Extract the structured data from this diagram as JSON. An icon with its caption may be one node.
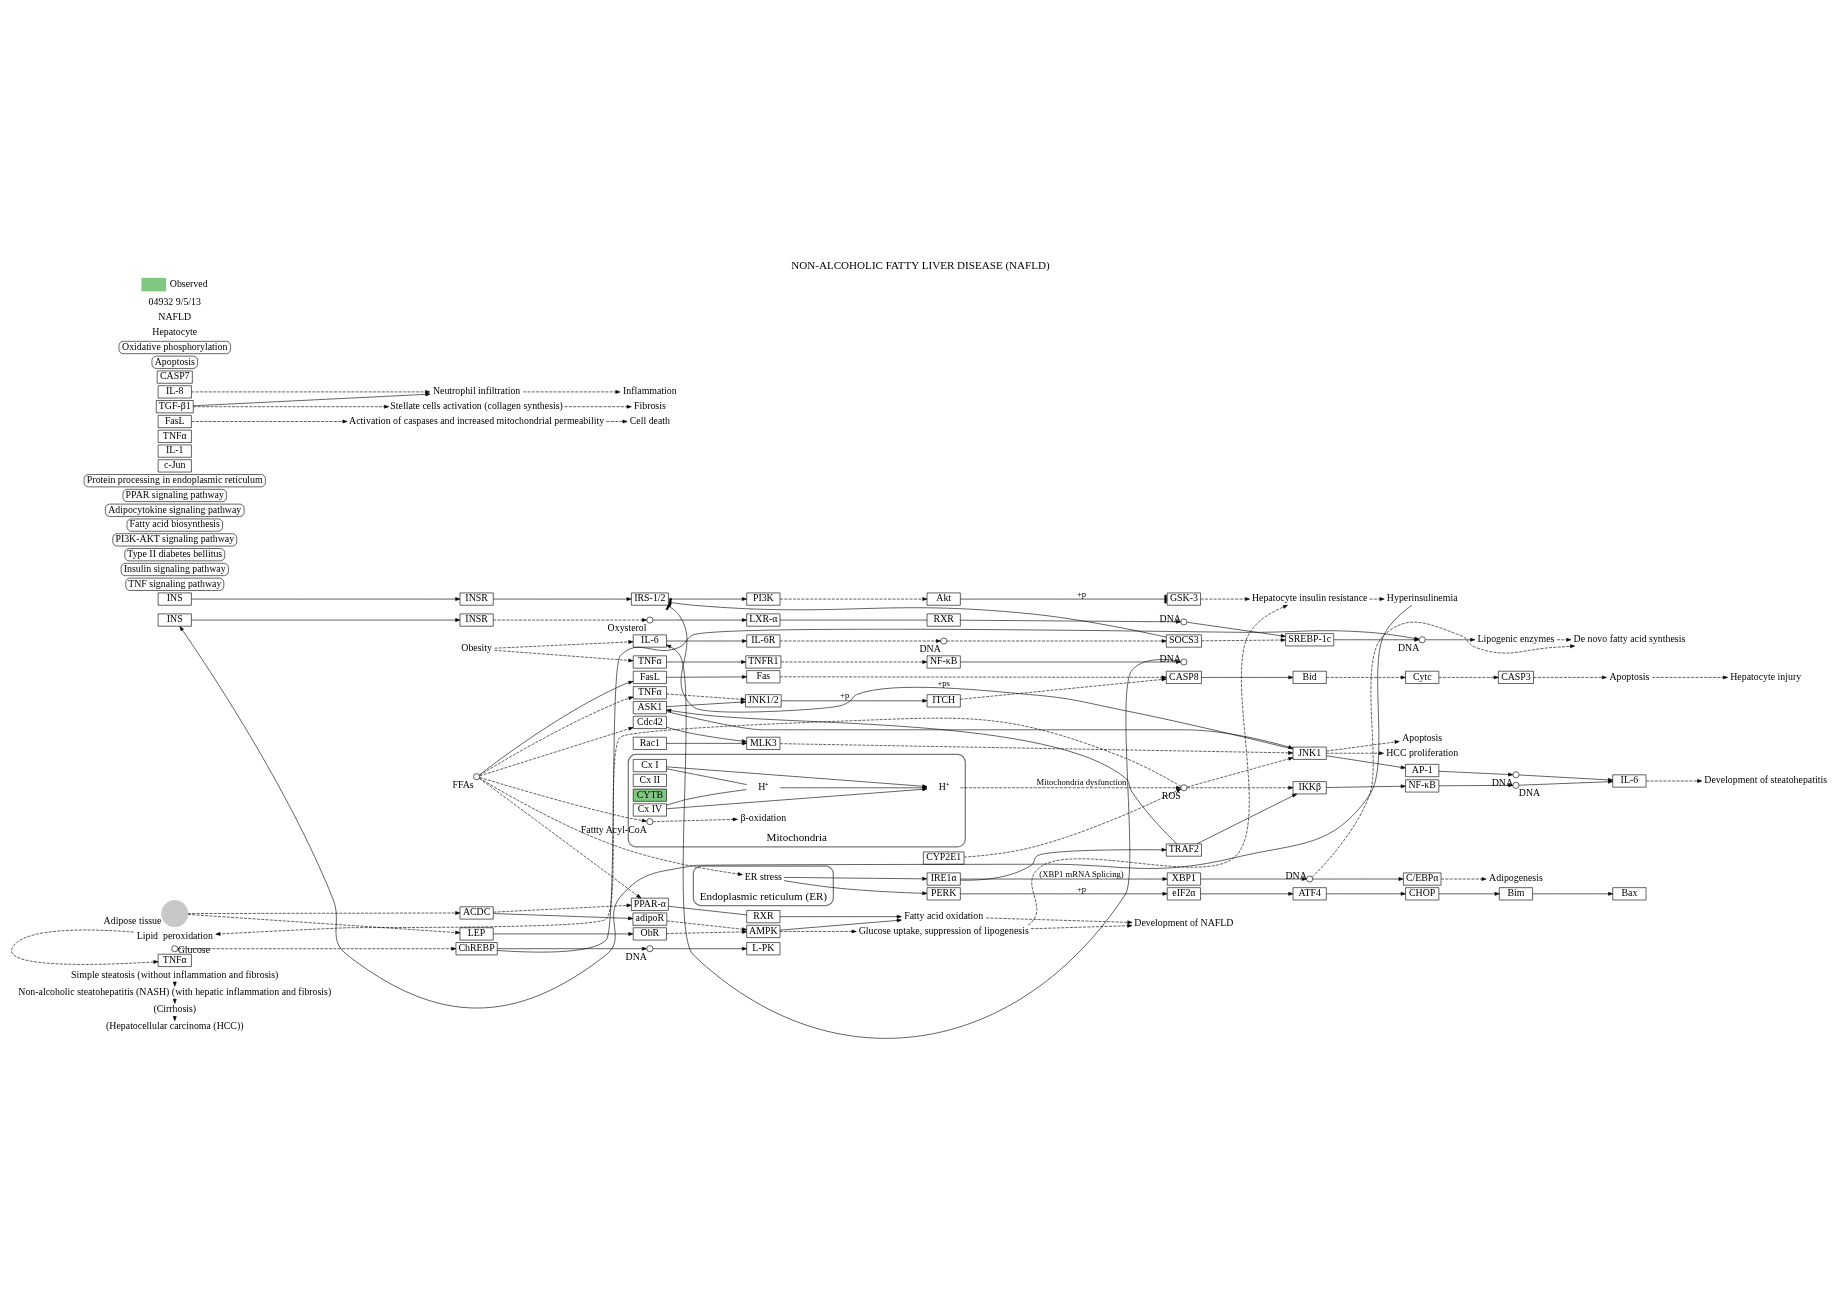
{
  "diagram": {
    "title": "NON-ALCOHOLIC FATTY LIVER DISEASE (NAFLD)",
    "nodes": [
      {
        "text": [
          "Simple steatosis (without inflammation and fibrosis)"
        ]
      },
      {
        "text": [
          "Non-alcoholic steatohepatitis (NASH) (with hepatic inflammation and fibrosis)"
        ]
      },
      {
        "text": [
          "(Cirrhosis)"
        ]
      },
      {
        "text": [
          "(Hepatocellular carcinoma (HCC))"
        ]
      },
      {
        "text": [
          "Obesity"
        ]
      },
      {
        "text": [
          "IL-6"
        ]
      },
      {
        "text": [
          "IL-6R"
        ]
      },
      {
        "text": [],
        "shape": "circle",
        "beside": [
          "DNA"
        ]
      },
      {
        "text": [
          "SOCS3"
        ]
      },
      {
        "text": [
          "TNF signaling pathway"
        ]
      },
      {
        "text": [
          "TNFα"
        ]
      },
      {
        "text": [
          "TNFR1"
        ]
      },
      {
        "text": [
          "NF-κB"
        ]
      },
      {
        "text": [],
        "shape": "circle",
        "beside": [
          "DNA"
        ]
      },
      {
        "text": [
          "INS"
        ]
      },
      {
        "text": [
          "INSR"
        ]
      },
      {
        "text": [
          "Insulin signaling pathway"
        ]
      },
      {
        "text": [
          "IRS-1/2"
        ]
      },
      {
        "text": [
          "PI3K"
        ]
      },
      {
        "text": [
          "Akt"
        ]
      },
      {
        "text": [
          "GSK-3"
        ]
      },
      {
        "text": [
          "Hepatocyte insulin resistance"
        ]
      },
      {
        "text": [
          "Hyperinsulinemia"
        ]
      },
      {
        "text": [
          "Type II diabetes bellitus"
        ]
      },
      {
        "text": [
          "PI3K-AKT signaling pathway"
        ]
      },
      {
        "text": [
          "INS"
        ]
      },
      {
        "text": [
          "INSR"
        ]
      },
      {
        "text": [],
        "shape": "circle",
        "beside": [
          "Oxysterol"
        ]
      },
      {
        "text": [
          "LXR-α"
        ]
      },
      {
        "text": [
          "RXR"
        ]
      },
      {
        "text": [],
        "shape": "circle",
        "beside": [
          "DNA"
        ]
      },
      {
        "text": [
          "SREBP-1c"
        ]
      },
      {
        "text": [],
        "shape": "circle",
        "beside": [
          "DNA"
        ]
      },
      {
        "text": [
          "Lipogenic enzymes"
        ]
      },
      {
        "text": [
          "De novo fatty acid synthesis"
        ]
      },
      {
        "text": [
          "Fatty acid biosynthesis"
        ]
      },
      {
        "text": [],
        "shape": "circle",
        "beside": [
          "Glucose"
        ]
      },
      {
        "text": [
          "ChREBP"
        ]
      },
      {
        "text": [],
        "shape": "circle",
        "beside": [
          "DNA"
        ]
      },
      {
        "text": [
          "L-PK"
        ]
      },
      {
        "text": [],
        "shape": "circle",
        "beside": [
          "Adipose tissue"
        ]
      },
      {
        "text": [
          "LEP"
        ]
      },
      {
        "text": [
          "ObR"
        ]
      },
      {
        "text": [
          "Adipocytokine signaling pathway"
        ]
      },
      {
        "text": [
          "ACDC"
        ]
      },
      {
        "text": [
          "adipoR"
        ]
      },
      {
        "text": [
          "AMPK"
        ]
      },
      {
        "text": [
          "Glucose uptake, suppression of lipogenesis"
        ]
      },
      {
        "text": [
          "Fatty acid oxidation"
        ]
      },
      {
        "text": [
          "Development of NAFLD"
        ]
      },
      {
        "text": [
          "PPAR-α"
        ]
      },
      {
        "text": [
          "RXR"
        ]
      },
      {
        "text": [
          "PPAR signaling pathway"
        ]
      },
      {
        "text": [
          "XBP1"
        ]
      },
      {
        "text": [],
        "shape": "circle",
        "beside": [
          "DNA"
        ]
      },
      {
        "text": [
          "C/EBPα"
        ]
      },
      {
        "text": [
          "Adipogenesis"
        ]
      },
      {
        "text": [
          "Cdc42"
        ]
      },
      {
        "text": [
          "Rac1"
        ]
      },
      {
        "text": [
          "MLK3"
        ]
      },
      {
        "text": [
          "HCC proliferation"
        ]
      },
      {
        "text": [
          "Apoptosis"
        ]
      },
      {
        "text": [
          "TNFα"
        ]
      },
      {
        "text": [
          "JNK1/2"
        ]
      },
      {
        "text": [
          "ASK1"
        ]
      },
      {
        "text": [
          "JNK1"
        ]
      },
      {
        "text": [
          "ITCH"
        ]
      },
      {
        "text": [],
        "shape": "circle",
        "beside": [
          "FFAs"
        ]
      },
      {
        "text": [
          "Endoplasmic reticulum (ER)"
        ]
      },
      {
        "text": [
          "ER stress"
        ],
        "in": 68
      },
      {
        "text": [
          "IRE1α"
        ]
      },
      {
        "text": [
          "TRAF2"
        ]
      },
      {
        "text": [
          "IKKβ"
        ]
      },
      {
        "text": [
          "Protein processing in endoplasmic reticulum"
        ]
      },
      {
        "text": [
          "CYP2E1"
        ]
      },
      {
        "text": [
          "PERK"
        ]
      },
      {
        "text": [
          "eIF2α"
        ]
      },
      {
        "text": [
          "ATF4"
        ]
      },
      {
        "text": [
          "CHOP"
        ]
      },
      {
        "text": [
          "Bim"
        ]
      },
      {
        "text": [
          "Bax"
        ]
      },
      {
        "text": [],
        "shape": "circle",
        "beside": [
          "ROS"
        ]
      },
      {
        "text": [
          "Lipid  peroxidation"
        ]
      },
      {
        "text": [
          "AP-1"
        ]
      },
      {
        "text": [
          "c-Jun"
        ]
      },
      {
        "text": [],
        "shape": "circle",
        "beside": [
          "DNA"
        ]
      },
      {
        "text": [
          "NF-κB"
        ]
      },
      {
        "text": [],
        "shape": "circle",
        "beside": [
          "DNA"
        ]
      },
      {
        "text": [
          "IL-1"
        ]
      },
      {
        "text": [
          "IL-6"
        ]
      },
      {
        "text": [
          "TNFα"
        ]
      },
      {
        "text": [
          "Development of steatohepatitis"
        ]
      },
      {
        "text": [
          "FasL"
        ]
      },
      {
        "text": [
          "TNFα"
        ]
      },
      {
        "text": [
          "IL-8"
        ]
      },
      {
        "text": [
          "TGF-β1"
        ]
      },
      {
        "text": [
          "Activation of caspases and increased mitochondrial permeability"
        ]
      },
      {
        "text": [
          "Neutrophil infiltration"
        ]
      },
      {
        "text": [
          "Stellate cells activation (collagen synthesis)"
        ]
      },
      {
        "text": [
          "Cell death"
        ]
      },
      {
        "text": [
          "Inflammation"
        ]
      },
      {
        "text": [
          "Fibrosis"
        ]
      },
      {
        "text": [
          "FasL"
        ]
      },
      {
        "text": [
          "Fas"
        ]
      },
      {
        "text": [
          "CASP8"
        ]
      },
      {
        "text": [
          "Bid"
        ]
      },
      {
        "text": [
          "Mitochondria"
        ]
      },
      {
        "text": [
          "Cx I"
        ],
        "in": 106
      },
      {
        "text": [
          "Cx II"
        ],
        "in": 106
      },
      {
        "text": [
          "CYTB"
        ],
        "in": 106
      },
      {
        "text": [
          "Cx IV"
        ],
        "in": 106
      },
      {
        "text": [
          "H⁺"
        ],
        "in": 106
      },
      {
        "text": [
          "H⁺"
        ],
        "in": 106
      },
      {
        "text": [],
        "shape": "circle",
        "beside": [
          "Fattty Acyl-CoA"
        ],
        "in": 106
      },
      {
        "text": [
          "β-oxidation"
        ],
        "in": 106
      },
      {
        "text": [
          "Cytc"
        ]
      },
      {
        "text": [
          "CASP3"
        ]
      },
      {
        "text": [
          "CASP7"
        ]
      },
      {
        "text": [
          "Apoptosis"
        ]
      },
      {
        "text": [
          "Apoptosis"
        ]
      },
      {
        "text": [
          "Hepatocyte injury"
        ]
      },
      {
        "text": [
          "Oxidative phosphorylation"
        ]
      }
    ],
    "edges": [
      {
        "from": 0,
        "to": 1,
        "arrow": "to"
      },
      {
        "from": 1,
        "to": 2,
        "arrow": "to"
      },
      {
        "from": 2,
        "to": 3,
        "arrow": "to"
      },
      {
        "from": 4,
        "to": 5,
        "arrow": "to",
        "style": "dashed"
      },
      {
        "from": 4,
        "to": 10,
        "arrow": "to",
        "style": "dashed"
      },
      {
        "from": 5,
        "to": 6,
        "arrow": "to"
      },
      {
        "from": 6,
        "to": 7,
        "arrow": "to",
        "style": "dashed"
      },
      {
        "from": 7,
        "to": 8,
        "arrow": "to",
        "style": "dashed"
      },
      {
        "from": 8,
        "to": 17,
        "arrow": "other"
      },
      {
        "from": 8,
        "to": 31,
        "arrow": "to",
        "style": "dashed"
      },
      {
        "from": 10,
        "to": 11,
        "arrow": "to"
      },
      {
        "from": 11,
        "to": 12,
        "arrow": "to",
        "style": "dashed"
      },
      {
        "from": 12,
        "to": 13,
        "arrow": "to"
      },
      {
        "from": 13,
        "to": 5,
        "arrow": "to"
      },
      {
        "from": 14,
        "to": 15,
        "arrow": "to"
      },
      {
        "from": 15,
        "to": 17,
        "arrow": "to"
      },
      {
        "from": 17,
        "to": 18,
        "arrow": "to"
      },
      {
        "from": 18,
        "to": 19,
        "arrow": "to",
        "style": "dashed"
      },
      {
        "from": 19,
        "to": 20,
        "arrow": "other",
        "label": "+p"
      },
      {
        "from": 20,
        "to": 21,
        "arrow": "to",
        "style": "dashed"
      },
      {
        "from": 21,
        "to": 22,
        "arrow": "to",
        "style": "dashed"
      },
      {
        "from": 22,
        "to": 25,
        "arrow": "to"
      },
      {
        "from": 25,
        "to": 26,
        "arrow": "to"
      },
      {
        "from": 26,
        "to": 27,
        "arrow": "to",
        "style": "dashed"
      },
      {
        "from": 27,
        "to": 28,
        "arrow": "to"
      },
      {
        "from": 28,
        "to": 29,
        "arrow": "none"
      },
      {
        "from": 29,
        "to": 30,
        "arrow": "to"
      },
      {
        "from": 30,
        "to": 31,
        "arrow": "to"
      },
      {
        "from": 31,
        "to": 32,
        "arrow": "to"
      },
      {
        "from": 32,
        "to": 33,
        "arrow": "to"
      },
      {
        "from": 33,
        "to": 34,
        "arrow": "to",
        "style": "dashed"
      },
      {
        "from": 36,
        "to": 37,
        "arrow": "to",
        "style": "dashed"
      },
      {
        "from": 37,
        "to": 32,
        "arrow": "to"
      },
      {
        "from": 37,
        "to": 38,
        "arrow": "to"
      },
      {
        "from": 38,
        "to": 39,
        "arrow": "to"
      },
      {
        "from": 40,
        "to": 41,
        "arrow": "to",
        "style": "dashed"
      },
      {
        "from": 40,
        "to": 44,
        "arrow": "to",
        "style": "dashed"
      },
      {
        "from": 41,
        "to": 42,
        "arrow": "to"
      },
      {
        "from": 42,
        "to": 46,
        "arrow": "to",
        "style": "dashed"
      },
      {
        "from": 44,
        "to": 45,
        "arrow": "to"
      },
      {
        "from": 45,
        "to": 46,
        "arrow": "to",
        "style": "dashed"
      },
      {
        "from": 44,
        "to": 50,
        "arrow": "to",
        "style": "dashed"
      },
      {
        "from": 67,
        "to": 50,
        "arrow": "to",
        "style": "dashed"
      },
      {
        "from": 46,
        "to": 47,
        "arrow": "to",
        "style": "dashed"
      },
      {
        "from": 46,
        "to": 48,
        "arrow": "to"
      },
      {
        "from": 50,
        "to": 51,
        "arrow": "none"
      },
      {
        "from": 51,
        "to": 48,
        "arrow": "to"
      },
      {
        "from": 47,
        "to": 49,
        "arrow": "to",
        "style": "dashed"
      },
      {
        "from": 48,
        "to": 49,
        "arrow": "to",
        "style": "dashed"
      },
      {
        "from": 47,
        "to": 21,
        "arrow": "to",
        "style": "dashed"
      },
      {
        "from": 70,
        "to": 53,
        "arrow": "to",
        "label": "(XBP1 mRNA Splicing)"
      },
      {
        "from": 53,
        "to": 54,
        "arrow": "to"
      },
      {
        "from": 54,
        "to": 55,
        "arrow": "to"
      },
      {
        "from": 54,
        "to": 34,
        "arrow": "to",
        "style": "dashed"
      },
      {
        "from": 55,
        "to": 56,
        "arrow": "to",
        "style": "dashed"
      },
      {
        "from": 67,
        "to": 57,
        "arrow": "to",
        "style": "dashed"
      },
      {
        "from": 57,
        "to": 59,
        "arrow": "to"
      },
      {
        "from": 58,
        "to": 59,
        "arrow": "to"
      },
      {
        "from": 59,
        "to": 65,
        "arrow": "to",
        "style": "dashed"
      },
      {
        "from": 67,
        "to": 62,
        "arrow": "to",
        "style": "dashed"
      },
      {
        "from": 62,
        "to": 63,
        "arrow": "to",
        "style": "dashed"
      },
      {
        "from": 64,
        "to": 63,
        "arrow": "to"
      },
      {
        "from": 64,
        "to": 65,
        "arrow": "to"
      },
      {
        "from": 63,
        "to": 66,
        "arrow": "to",
        "label": "+p"
      },
      {
        "from": 67,
        "to": 69,
        "arrow": "to",
        "style": "dashed"
      },
      {
        "from": 69,
        "to": 70,
        "arrow": "to"
      },
      {
        "from": 69,
        "to": 75,
        "arrow": "to"
      },
      {
        "from": 70,
        "to": 71,
        "arrow": "to"
      },
      {
        "from": 71,
        "to": 64,
        "arrow": "to"
      },
      {
        "from": 71,
        "to": 72,
        "arrow": "to"
      },
      {
        "from": 65,
        "to": 17,
        "arrow": "other",
        "label": "+ps"
      },
      {
        "from": 65,
        "to": 60,
        "arrow": "to",
        "style": "dashed"
      },
      {
        "from": 65,
        "to": 61,
        "arrow": "to",
        "style": "dashed"
      },
      {
        "from": 65,
        "to": 83,
        "arrow": "to"
      },
      {
        "from": 83,
        "to": 85,
        "arrow": "to"
      },
      {
        "from": 85,
        "to": 89,
        "arrow": "to"
      },
      {
        "from": 72,
        "to": 86,
        "arrow": "to"
      },
      {
        "from": 86,
        "to": 87,
        "arrow": "to"
      },
      {
        "from": 87,
        "to": 89,
        "arrow": "to"
      },
      {
        "from": 89,
        "to": 91,
        "arrow": "to",
        "style": "dashed"
      },
      {
        "from": 74,
        "to": 81,
        "arrow": "to",
        "style": "dashed"
      },
      {
        "from": 81,
        "to": 65,
        "arrow": "to",
        "style": "dashed"
      },
      {
        "from": 81,
        "to": 72,
        "arrow": "to",
        "style": "dashed"
      },
      {
        "from": 81,
        "to": 82,
        "arrow": "to",
        "style": "dashed"
      },
      {
        "from": 82,
        "to": 93,
        "arrow": "to",
        "style": "dashed"
      },
      {
        "from": 92,
        "to": 96,
        "arrow": "to",
        "style": "dashed"
      },
      {
        "from": 94,
        "to": 97,
        "arrow": "to",
        "style": "dashed"
      },
      {
        "from": 95,
        "to": 97,
        "arrow": "to"
      },
      {
        "from": 95,
        "to": 98,
        "arrow": "to",
        "style": "dashed"
      },
      {
        "from": 96,
        "to": 99,
        "arrow": "to",
        "style": "dashed"
      },
      {
        "from": 97,
        "to": 100,
        "arrow": "to",
        "style": "dashed"
      },
      {
        "from": 98,
        "to": 101,
        "arrow": "to",
        "style": "dashed"
      },
      {
        "from": 75,
        "to": 76,
        "arrow": "to",
        "label": "+p"
      },
      {
        "from": 76,
        "to": 77,
        "arrow": "to"
      },
      {
        "from": 77,
        "to": 78,
        "arrow": "to"
      },
      {
        "from": 78,
        "to": 79,
        "arrow": "to"
      },
      {
        "from": 79,
        "to": 80,
        "arrow": "to"
      },
      {
        "from": 66,
        "to": 104,
        "arrow": "to",
        "style": "dashed"
      },
      {
        "from": 67,
        "to": 102,
        "arrow": "to"
      },
      {
        "from": 67,
        "to": 113,
        "arrow": "to",
        "style": "dashed"
      },
      {
        "from": 102,
        "to": 103,
        "arrow": "to"
      },
      {
        "from": 103,
        "to": 104,
        "arrow": "to",
        "style": "dashed"
      },
      {
        "from": 104,
        "to": 105,
        "arrow": "to"
      },
      {
        "from": 105,
        "to": 115,
        "arrow": "to",
        "style": "dashed"
      },
      {
        "from": 115,
        "to": 116,
        "arrow": "to",
        "style": "dashed"
      },
      {
        "from": 116,
        "to": 118,
        "arrow": "to",
        "style": "dashed"
      },
      {
        "from": 118,
        "to": 120,
        "arrow": "to",
        "style": "dashed"
      },
      {
        "from": 113,
        "to": 114,
        "arrow": "to",
        "style": "dashed"
      },
      {
        "from": 107,
        "to": 111,
        "arrow": "to"
      },
      {
        "from": 110,
        "to": 111,
        "arrow": "to"
      },
      {
        "from": 112,
        "to": 111,
        "arrow": "to"
      },
      {
        "from": 107,
        "to": 112,
        "arrow": "none"
      },
      {
        "from": 110,
        "to": 112,
        "arrow": "none"
      },
      {
        "from": 111,
        "to": 81,
        "arrow": "to",
        "style": "dashed",
        "label": "Mitochondria dysfunction"
      }
    ],
    "labels": [
      "Hepatocyte",
      "NAFLD",
      "04932 9/5/13"
    ],
    "legend": [
      {
        "text": "Observed",
        "color": "#80c880"
      }
    ]
  }
}
